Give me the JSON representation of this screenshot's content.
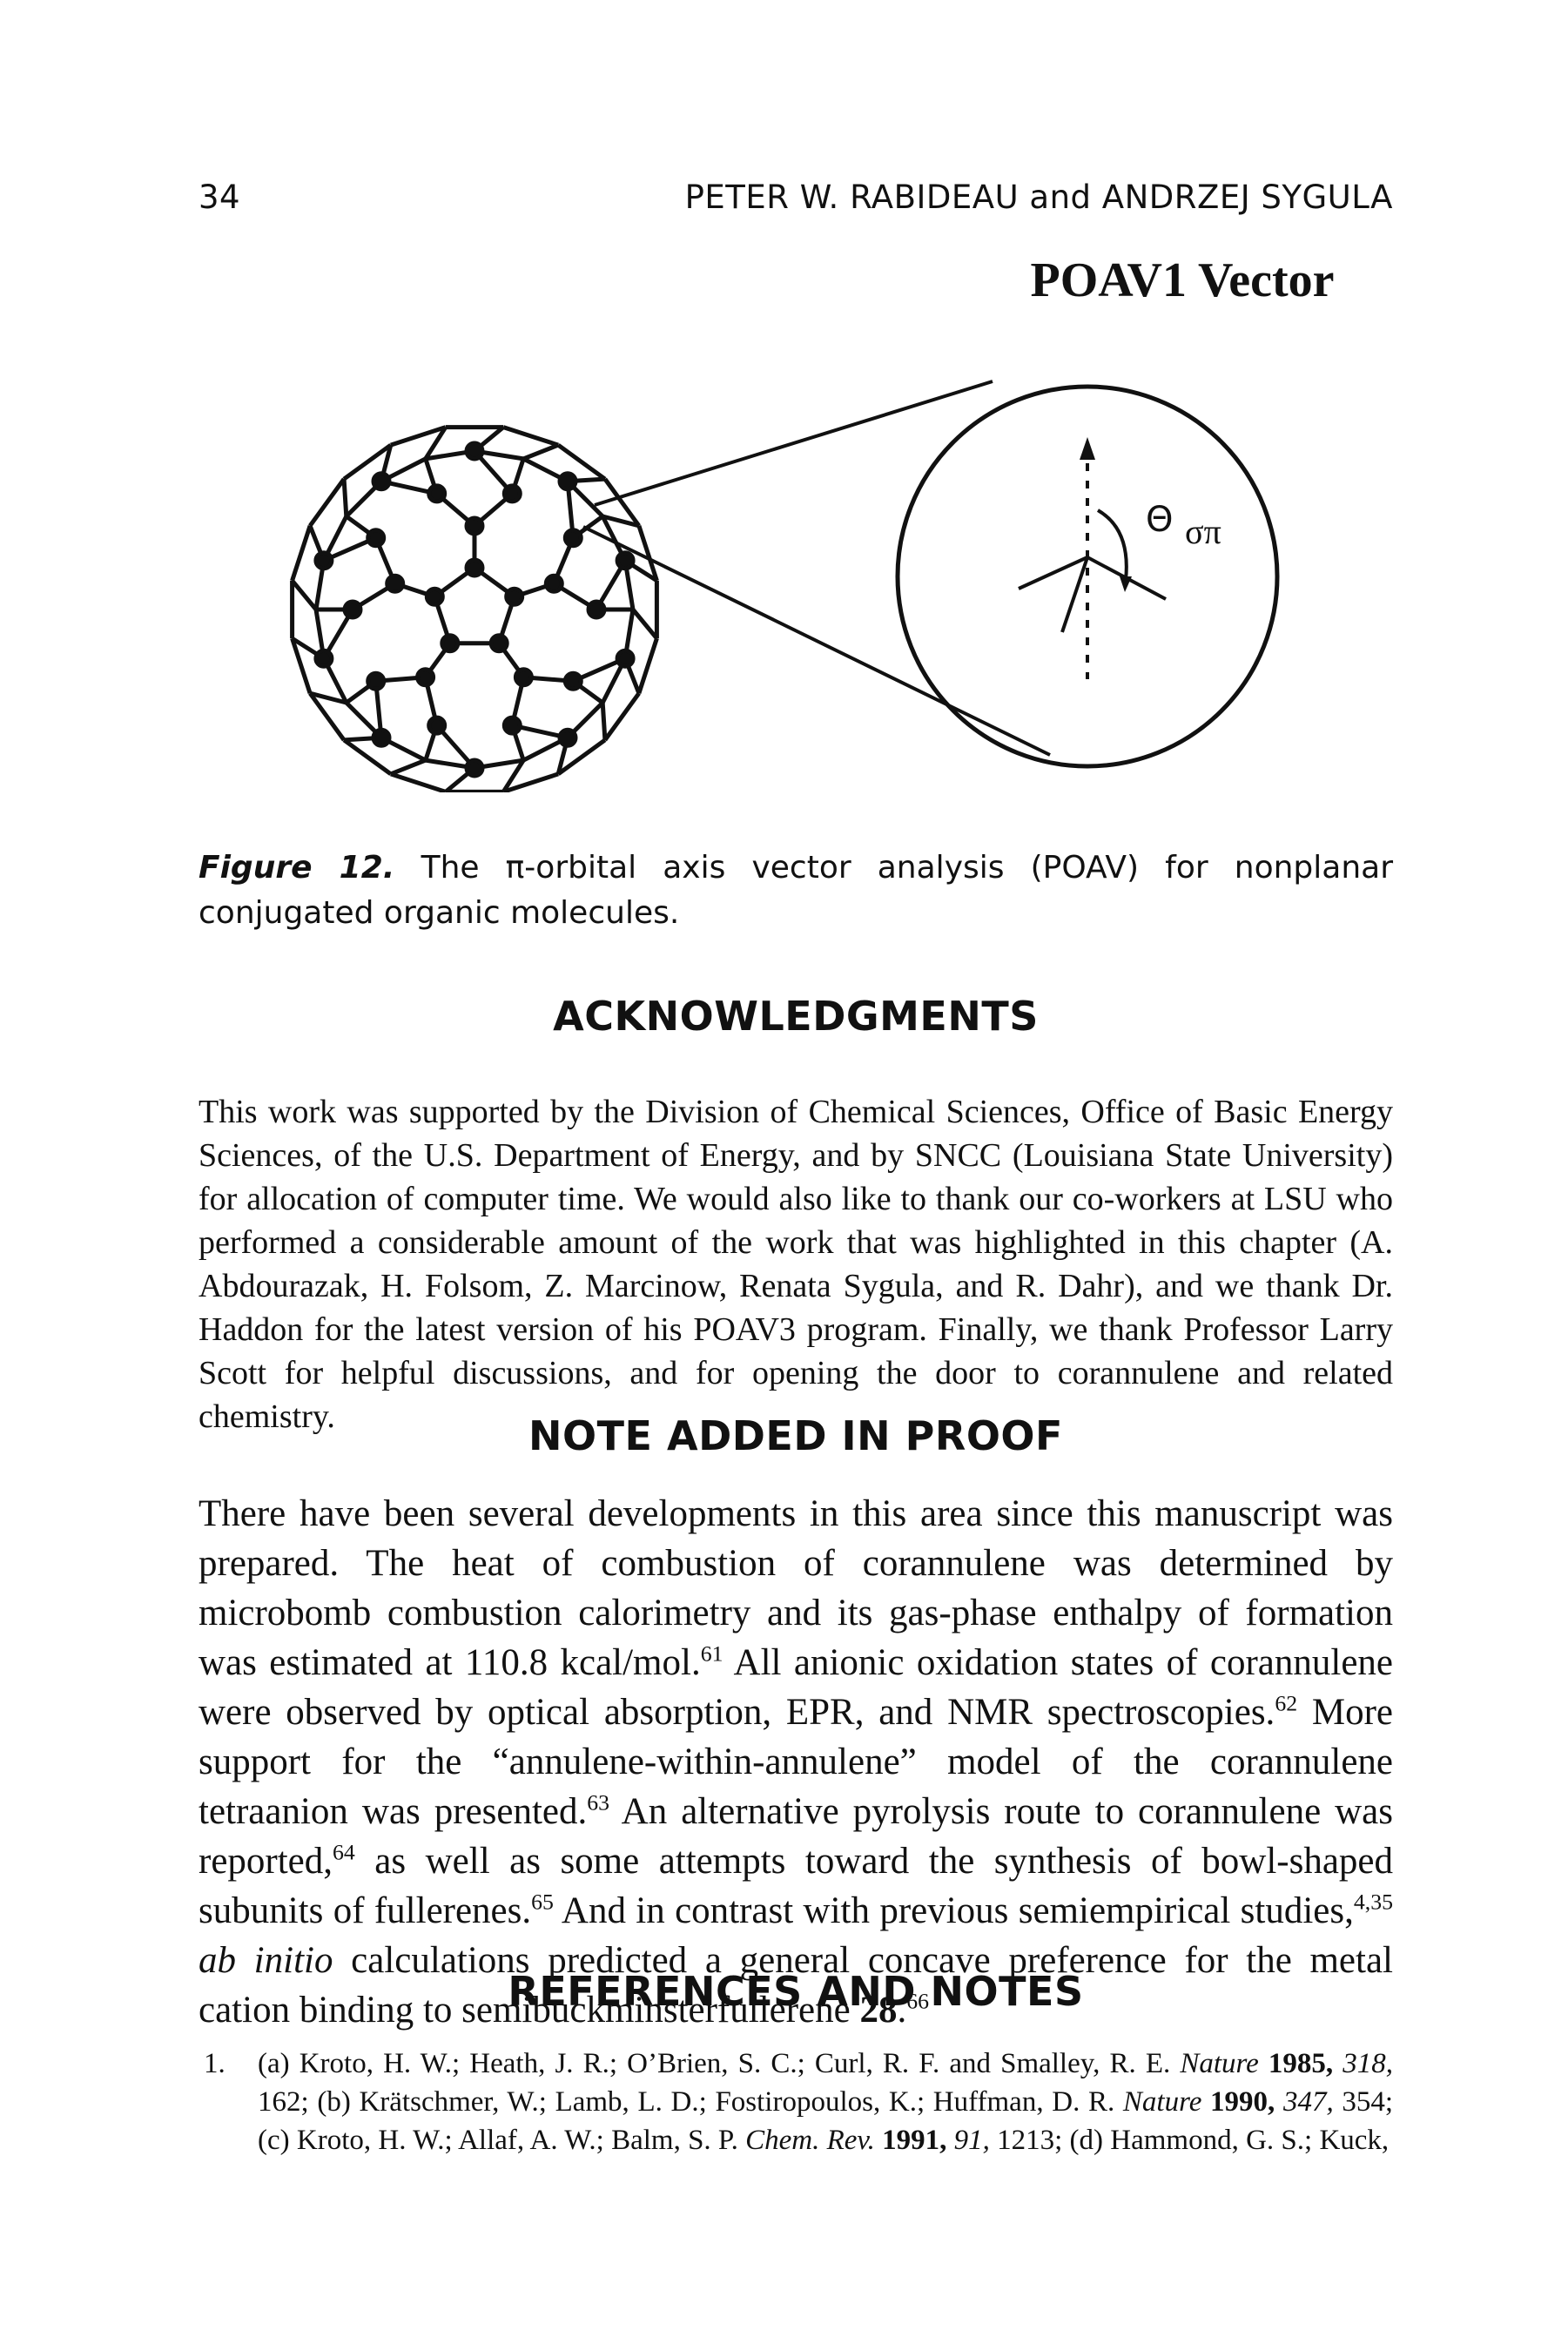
{
  "header": {
    "page_number": "34",
    "running_head": "PETER W. RABIDEAU and ANDRZEJ SYGULA"
  },
  "figure": {
    "title": "POAV1 Vector",
    "theta_label": "Θ",
    "sigma_pi_label": "σπ"
  },
  "caption": {
    "label": "Figure 12.",
    "text": "The π-orbital axis vector analysis (POAV) for nonplanar conjugated organic molecules."
  },
  "acknowledgments": {
    "heading": "ACKNOWLEDGMENTS",
    "text": "This work was supported by the Division of Chemical Sciences, Office of Basic Energy Sciences, of the U.S. Department of Energy, and by SNCC (Louisiana State University) for allocation of computer time. We would also like to thank our co-workers at LSU who performed a considerable amount of the work that was highlighted in this chapter (A. Abdourazak, H. Folsom, Z. Marcinow, Renata Sygula, and R. Dahr), and we thank Dr. Haddon for the latest version of his POAV3 program. Finally, we thank Professor Larry Scott for helpful discussions, and for opening the door to corannulene and related chemistry."
  },
  "note": {
    "heading": "NOTE ADDED IN PROOF",
    "t1": "There have been several developments in this area since this manuscript was prepared. The heat of combustion of corannulene was determined by microbomb combustion calorimetry and its gas-phase enthalpy of formation was estimated at 110.8 kcal/mol.",
    "r1": "61",
    "t2": " All anionic oxidation states of corannulene were observed by optical absorption, EPR, and NMR spectroscopies.",
    "r2": "62",
    "t3": " More support for the “annulene-within-annulene” model of the corannulene tetraanion was presented.",
    "r3": "63",
    "t4": " An alternative pyrolysis route to corannulene was reported,",
    "r4": "64",
    "t5": " as well as some attempts toward the synthesis of bowl-shaped subunits of fullerenes.",
    "r5": "65",
    "t6": " And in contrast with previous semiempirical studies,",
    "r6": "4,35",
    "t7": " ",
    "t7_italic": "ab initio",
    "t8": " calculations predicted a general concave preference for the metal cation binding to semibuckminsterfullerene ",
    "t8_bold": "28",
    "t9": ".",
    "r7": "66"
  },
  "references": {
    "heading": "REFERENCES AND NOTES",
    "items": [
      {
        "num": "1.",
        "p1": "(a) Kroto, H. W.; Heath, J. R.; O’Brien, S. C.; Curl, R. F. and Smalley, R. E. ",
        "j1": "Nature",
        "y1": "1985",
        "v1": "318,",
        "p2": " 162; (b) Krätschmer, W.; Lamb, L. D.; Fostiropoulos, K.; Huffman, D. R. ",
        "j2": "Nature",
        "y2": "1990",
        "v2": "347,",
        "p3": " 354; (c) Kroto, H. W.; Allaf, A. W.; Balm, S. P. ",
        "j3": "Chem. Rev.",
        "y3": "1991",
        "v3": "91,",
        "p4": " 1213; (d) Hammond, G. S.; Kuck,"
      }
    ]
  }
}
